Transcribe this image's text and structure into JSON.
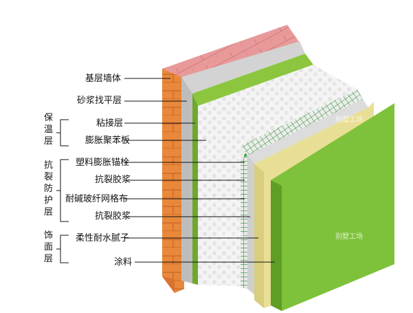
{
  "labels": {
    "l1": "基层墙体",
    "l2": "砂浆找平层",
    "l3": "粘接层",
    "l4": "膨胀聚苯板",
    "l5": "塑料膨胀锚栓",
    "l6": "抗裂胶浆",
    "l7": "耐碱玻纤网格布",
    "l8": "抗裂胶浆",
    "l9": "柔性耐水腻子",
    "l10": "涂料"
  },
  "groups": {
    "g1": [
      "保",
      "温",
      "层"
    ],
    "g2": [
      "抗",
      "裂",
      "防",
      "护",
      "层"
    ],
    "g3": [
      "饰",
      "面",
      "层"
    ]
  },
  "watermarks": [
    "别墅工场",
    "别墅工场",
    "别墅工场"
  ],
  "colors": {
    "brick_face": "#e8883a",
    "brick_top": "#e89a9a",
    "mortar": "#c9c9c9",
    "adhesive": "#8cc63f",
    "eps": "#f2f2f2",
    "mesh": "#2f8f2f",
    "putty": "#e9de95",
    "coating": "#7dc23a"
  }
}
